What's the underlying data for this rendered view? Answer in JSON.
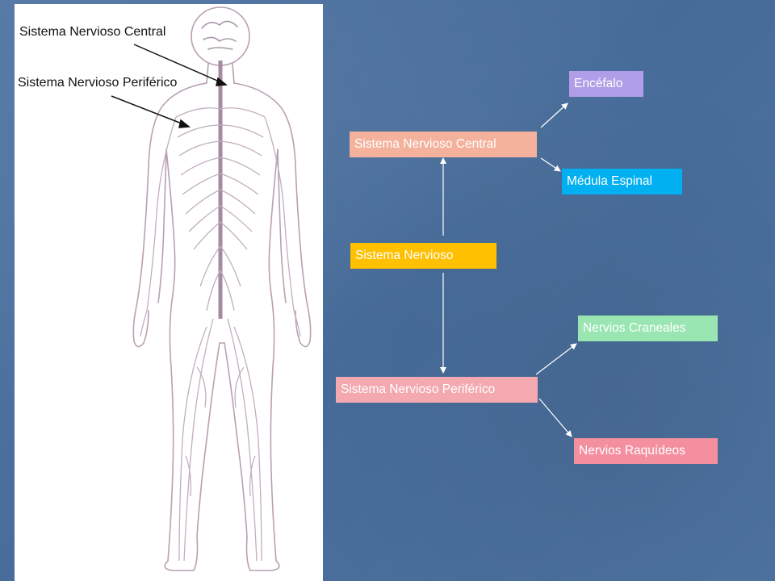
{
  "illustration": {
    "labels": {
      "central": "Sistema Nervioso Central",
      "peripheral": "Sistema Nervioso Periférico"
    }
  },
  "diagram": {
    "root": {
      "label": "Sistema Nervioso",
      "color": "#ffc000"
    },
    "central": {
      "label": "Sistema Nervioso Central",
      "color": "#f4b19c"
    },
    "peripheral": {
      "label": "Sistema Nervioso Periférico",
      "color": "#f4a9b0"
    },
    "encefalo": {
      "label": "Encéfalo",
      "color": "#b09ee8"
    },
    "medula": {
      "label": "Médula Espinal",
      "color": "#00b0f0"
    },
    "craneales": {
      "label": "Nervios Craneales",
      "color": "#99e6b2"
    },
    "raquideos": {
      "label": "Nervios Raquídeos",
      "color": "#f48fa0"
    }
  }
}
